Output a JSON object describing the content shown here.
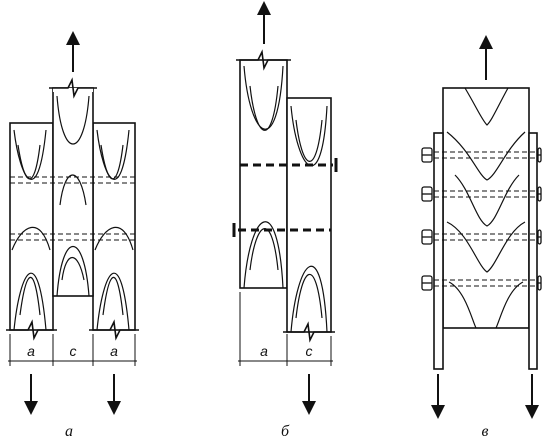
{
  "figures": {
    "a": {
      "caption": "а",
      "dims": [
        "а",
        "с",
        "а"
      ]
    },
    "b": {
      "caption": "б",
      "dims": [
        "а",
        "с"
      ]
    },
    "v": {
      "caption": "в"
    }
  }
}
